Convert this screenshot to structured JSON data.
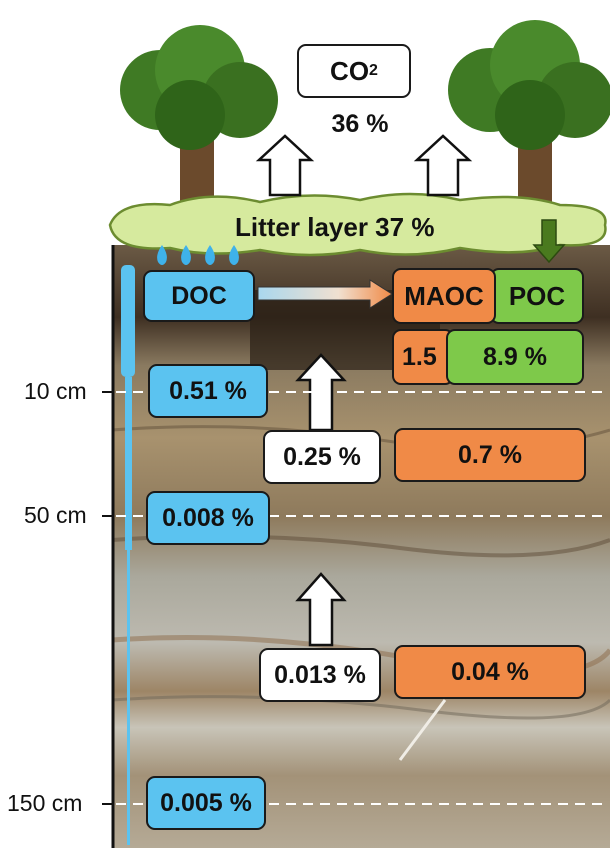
{
  "co2": {
    "label": "CO",
    "subscript": "2",
    "percent": "36 %"
  },
  "litter": {
    "label": "Litter layer 37 %"
  },
  "doc": {
    "label": "DOC"
  },
  "maoc": {
    "label": "MAOC",
    "top_value": "1.5"
  },
  "poc": {
    "label": "POC",
    "top_value": "8.9 %"
  },
  "depths": [
    {
      "label": "10 cm",
      "doc_value": "0.51 %"
    },
    {
      "label": "50 cm",
      "doc_value": "0.008 %"
    },
    {
      "label": "150 cm",
      "doc_value": "0.005 %"
    }
  ],
  "fluxes": {
    "upper": {
      "respiration": "0.25 %",
      "maoc": "0.7 %"
    },
    "lower": {
      "respiration": "0.013 %",
      "maoc": "0.04 %"
    }
  },
  "colors": {
    "doc": "#5bc3f0",
    "maoc": "#f08a47",
    "poc": "#7ec94a",
    "litter": "#d6ea9e",
    "arrow_down": "#4a7a1e"
  }
}
